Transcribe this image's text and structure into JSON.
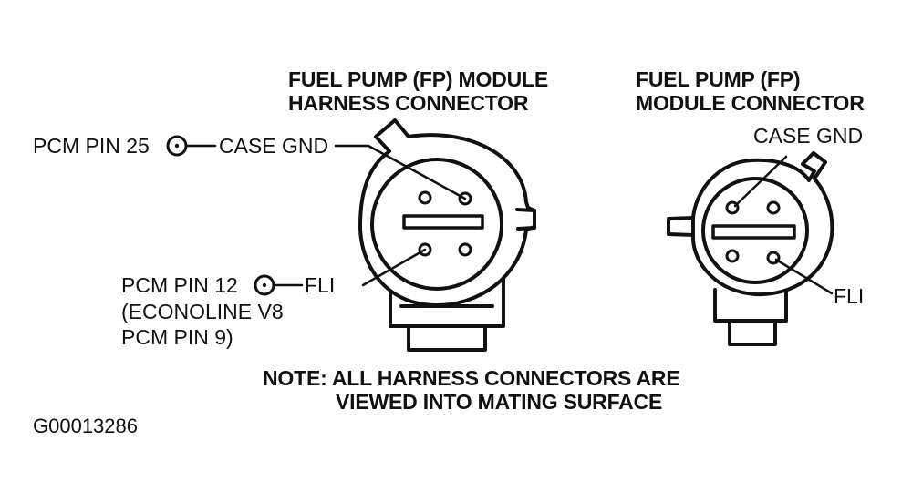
{
  "harness": {
    "title_line1": "FUEL PUMP (FP) MODULE",
    "title_line2": "HARNESS CONNECTOR",
    "pcm_pin_25": "PCM PIN 25",
    "case_gnd": "CASE GND",
    "pcm_pin_12": "PCM PIN 12",
    "econoline_line1": "(ECONOLINE V8",
    "econoline_line2": "PCM PIN 9)",
    "fli": "FLI"
  },
  "module": {
    "title_line1": "FUEL PUMP (FP)",
    "title_line2": "MODULE CONNECTOR",
    "case_gnd": "CASE GND",
    "fli": "FLI"
  },
  "note": {
    "line1": "NOTE: ALL HARNESS CONNECTORS ARE",
    "line2": "VIEWED INTO MATING SURFACE"
  },
  "figure_id": "G00013286"
}
